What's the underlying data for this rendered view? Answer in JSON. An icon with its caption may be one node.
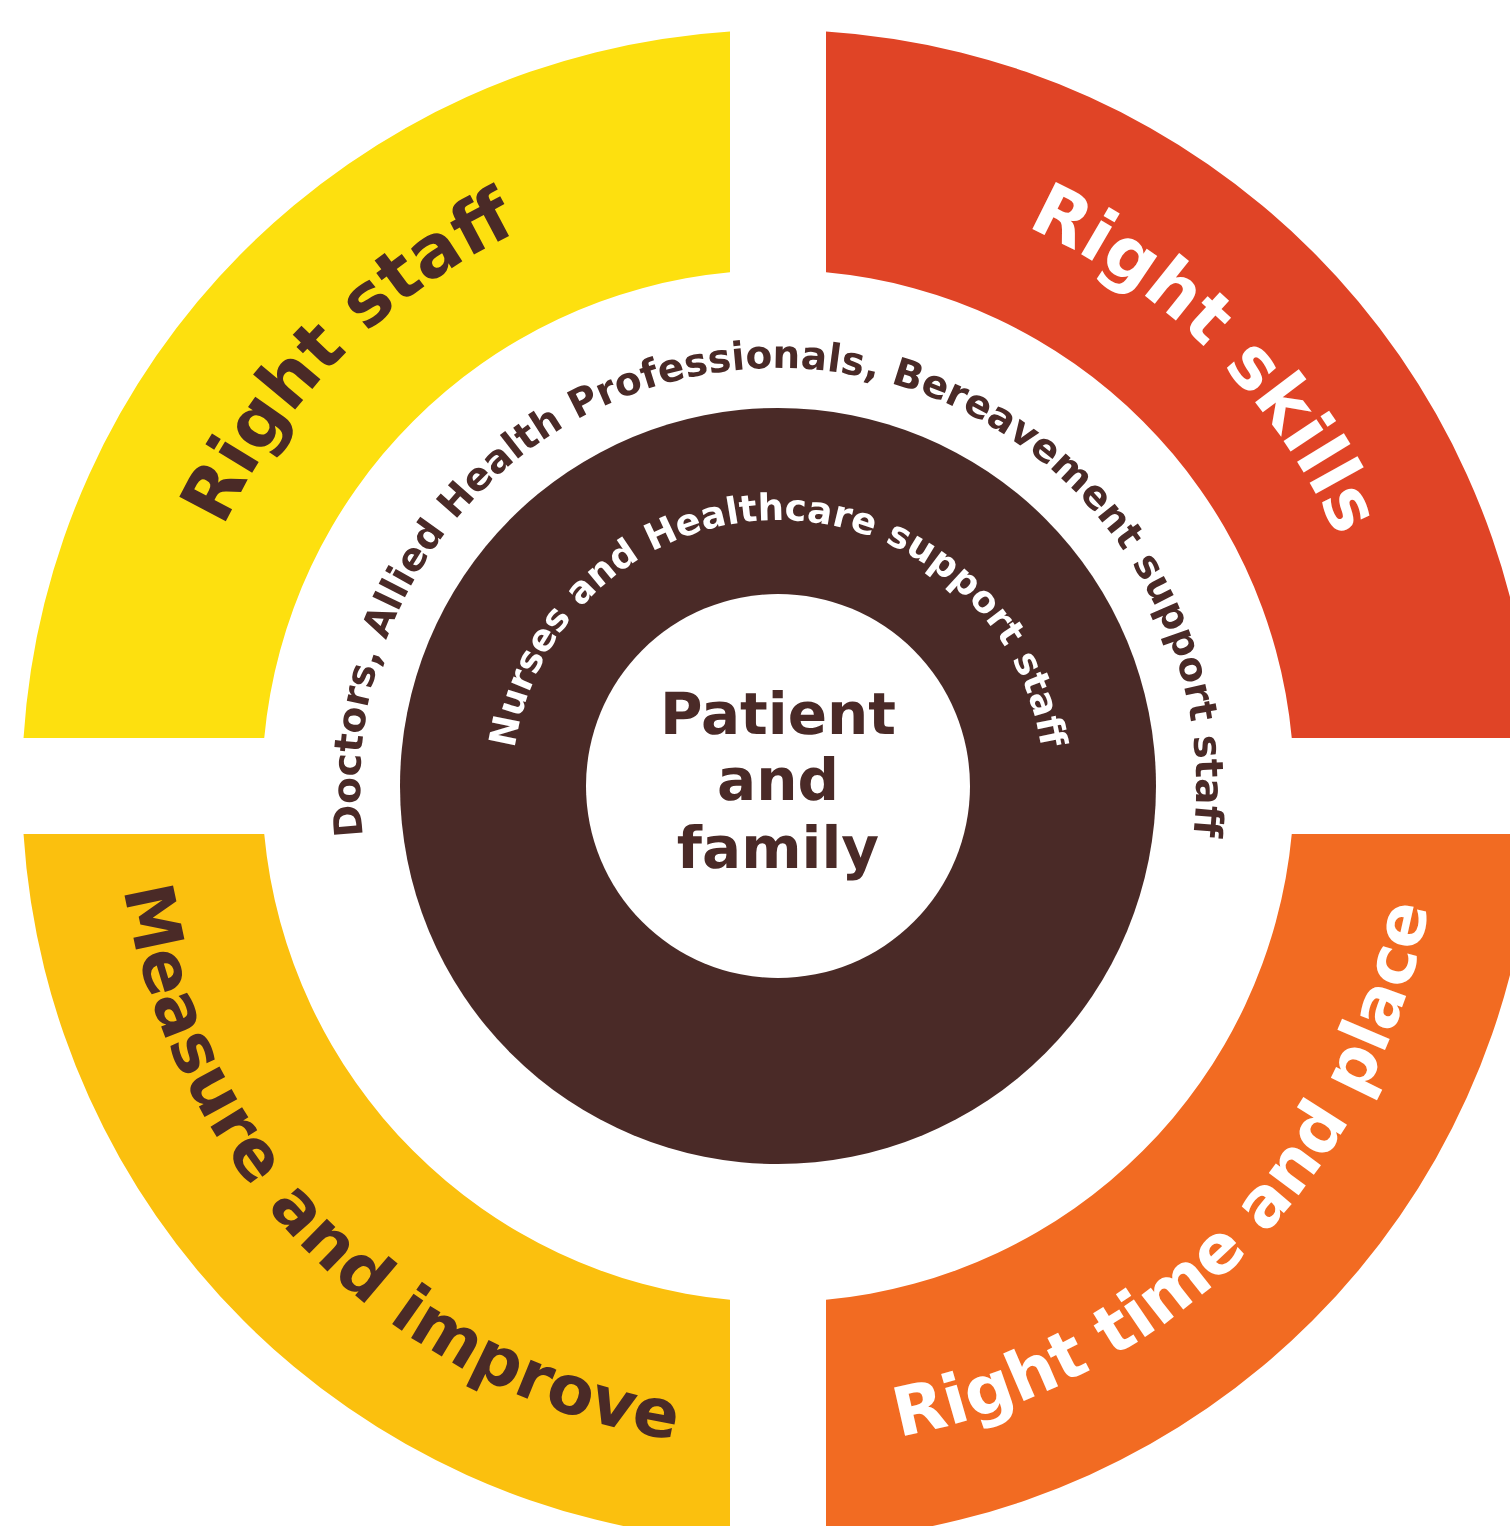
{
  "diagram": {
    "nodes": [
      {
        "text": [
          "Right staff"
        ]
      },
      {
        "text": [
          "Right skills"
        ]
      },
      {
        "text": [
          "Measure and improve"
        ]
      },
      {
        "text": [
          "Right time and place"
        ]
      },
      {
        "text": [
          "Nurses and Healthcare support staff"
        ]
      },
      {
        "text": [
          "Patient and family"
        ],
        "in": 4
      }
    ],
    "edges": [],
    "labels": [
      "Doctors, Allied Health Professionals, Bereavement support staff"
    ]
  }
}
